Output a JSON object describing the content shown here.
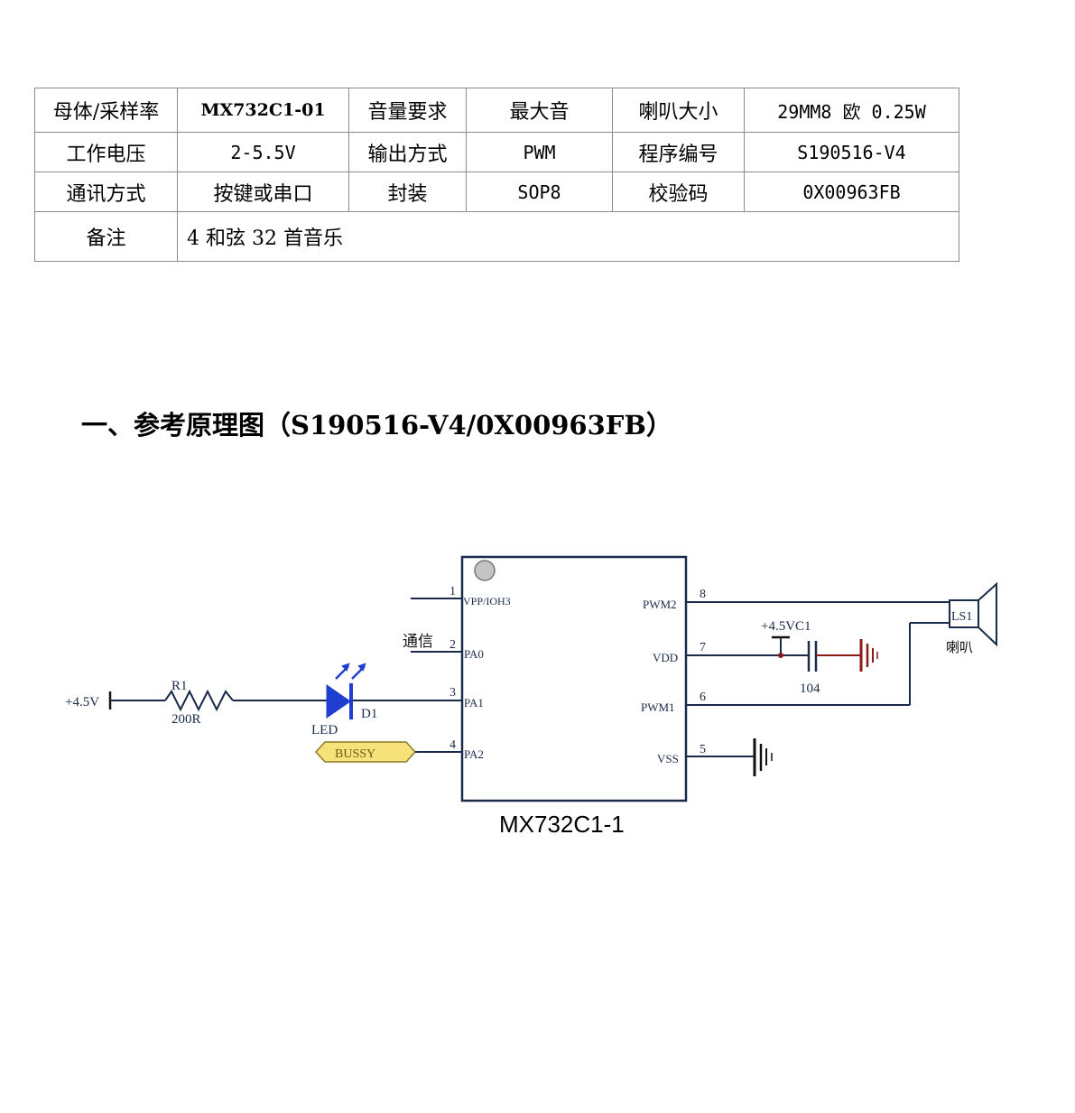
{
  "table": {
    "rows": [
      [
        "母体/采样率",
        "MX732C1-01",
        "音量要求",
        "最大音",
        "喇叭大小",
        "29MM8 欧 0.25W"
      ],
      [
        "工作电压",
        "2-5.5V",
        "输出方式",
        "PWM",
        "程序编号",
        "S190516-V4"
      ],
      [
        "通讯方式",
        "按键或串口",
        "封装",
        "SOP8",
        "校验码",
        "0X00963FB"
      ]
    ],
    "note_label": "备注",
    "note_value": "4 和弦 32 首音乐"
  },
  "section": {
    "title": "一、参考原理图（S190516-V4/0X00963FB）"
  },
  "schematic": {
    "chip_name": "MX732C1-1",
    "pins": [
      {
        "num": "1",
        "name": "VPP/IOH3"
      },
      {
        "num": "2",
        "name": "PA0"
      },
      {
        "num": "3",
        "name": "PA1"
      },
      {
        "num": "4",
        "name": "PA2"
      },
      {
        "num": "8",
        "name": "PWM2"
      },
      {
        "num": "7",
        "name": "VDD"
      },
      {
        "num": "6",
        "name": "PWM1"
      },
      {
        "num": "5",
        "name": "VSS"
      }
    ],
    "pa0_net": "通信",
    "supply_left": "+4.5V",
    "resistor_ref": "R1",
    "resistor_value": "200R",
    "led_label": "LED",
    "led_ref": "D1",
    "bussy_label": "BUSSY",
    "cap_supply": "+4.5V",
    "cap_ref": "C1",
    "cap_value": "104",
    "speaker_ref": "LS1",
    "speaker_label": "喇叭",
    "led_color": "#1f3fd1",
    "bussy_fill": "#f7e27a",
    "ground_cap_color": "#8b1a1a"
  }
}
